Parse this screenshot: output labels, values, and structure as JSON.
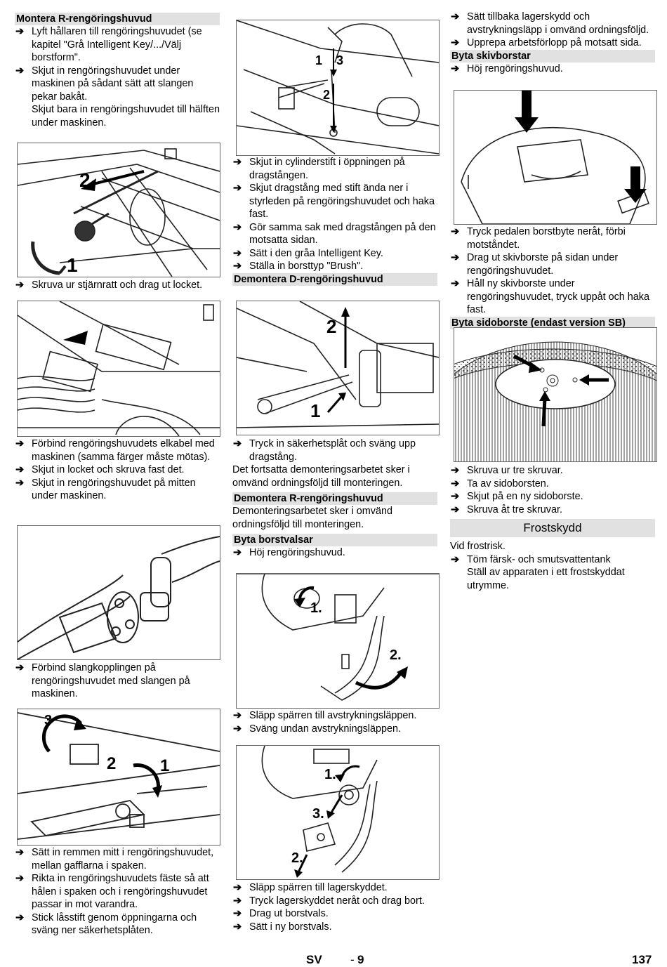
{
  "col1": {
    "s1_title": "Montera R-rengöringshuvud",
    "s1_steps": [
      "Lyft hållaren till rengöringshuvudet (se kapitel \"Grå Intelligent Key/.../Välj borstform\".",
      "Skjut in rengöringshuvudet under maskinen på sådant sätt att slangen pekar bakåt."
    ],
    "s1_cont": "Skjut bara in rengöringshuvudet till hälften under maskinen.",
    "fig1_labels": [
      "2",
      "1"
    ],
    "after_fig1": [
      "Skruva ur stjärnratt och drag ut locket."
    ],
    "after_fig2": [
      "Förbind rengöringshuvudets elkabel med maskinen (samma färger måste mötas).",
      "Skjut in locket och skruva fast det.",
      "Skjut in rengöringshuvudet på mitten under maskinen."
    ],
    "after_fig3": [
      "Förbind slangkopplingen på rengöringshuvudet med slangen på maskinen."
    ],
    "fig4_labels": [
      "3",
      "2",
      "1"
    ],
    "after_fig4": [
      "Sätt in remmen mitt i rengöringshuvudet, mellan gafflarna i spaken.",
      "Rikta in rengöringshuvudets fäste så att hålen i spaken och i rengöringshuvudet passar in mot varandra.",
      "Stick låsstift genom öppningarna och sväng ner säkerhetsplåten."
    ]
  },
  "col2": {
    "fig1_labels": [
      "1",
      "3",
      "2"
    ],
    "steps1": [
      "Skjut in cylinderstift i öppningen på dragstången.",
      "Skjut dragstång med stift ända ner i styrleden på rengöringshuvudet och haka fast.",
      "Gör samma sak med dragstången på den motsatta sidan.",
      "Sätt i den gråa Intelligent Key.",
      "Ställa in borsttyp \"Brush\"."
    ],
    "s2_title": "Demontera D-rengöringshuvud",
    "fig2_labels": [
      "2",
      "1"
    ],
    "steps2": [
      "Tryck in säkerhetsplåt och sväng upp dragstång."
    ],
    "p2": "Det fortsatta demonteringsarbetet sker i omvänd ordningsföljd till monteringen.",
    "s3_title": "Demontera R-rengöringshuvud",
    "p3": "Demonteringsarbetet sker i omvänd ordningsföljd till monteringen.",
    "s4_title": "Byta borstvalsar",
    "steps4": [
      "Höj rengöringshuvud."
    ],
    "fig3_labels": [
      "1.",
      "2."
    ],
    "steps5": [
      "Släpp spärren till avstrykningsläppen.",
      "Sväng undan avstrykningsläppen."
    ],
    "fig4_labels": [
      "1.",
      "3.",
      "2."
    ],
    "steps6": [
      "Släpp spärren till lagerskyddet.",
      "Tryck lagerskyddet neråt och drag bort.",
      "Drag ut borstvals.",
      "Sätt i ny borstvals."
    ]
  },
  "col3": {
    "steps0": [
      "Sätt tillbaka lagerskydd och avstrykningsläpp i omvänd ordningsföljd.",
      "Upprepa arbetsförlopp på motsatt sida."
    ],
    "s1_title": "Byta skivborstar",
    "steps1": [
      "Höj rengöringshuvud."
    ],
    "steps2": [
      "Tryck pedalen borstbyte neråt, förbi motståndet.",
      "Drag ut skivborste på sidan under rengöringshuvudet.",
      "Håll ny skivborste under rengöringshuvudet, tryck uppåt och haka fast."
    ],
    "s2_title": "Byta sidoborste (endast version SB)",
    "steps3": [
      "Skruva ur tre skruvar.",
      "Ta av sidoborsten.",
      "Skjut på en ny sidoborste.",
      "Skruva åt tre skruvar."
    ],
    "s3_title": "Frostskydd",
    "p3": "Vid frostrisk.",
    "steps4": [
      "Töm färsk- och smutsvattentank"
    ],
    "steps4_cont": "Ställ av apparaten i ett frostskyddat utrymme."
  },
  "footer": {
    "lang": "SV",
    "sep": "-",
    "page_local": "9",
    "page_total": "137"
  },
  "icons": {
    "step_arrow": "arrow-right-icon"
  }
}
